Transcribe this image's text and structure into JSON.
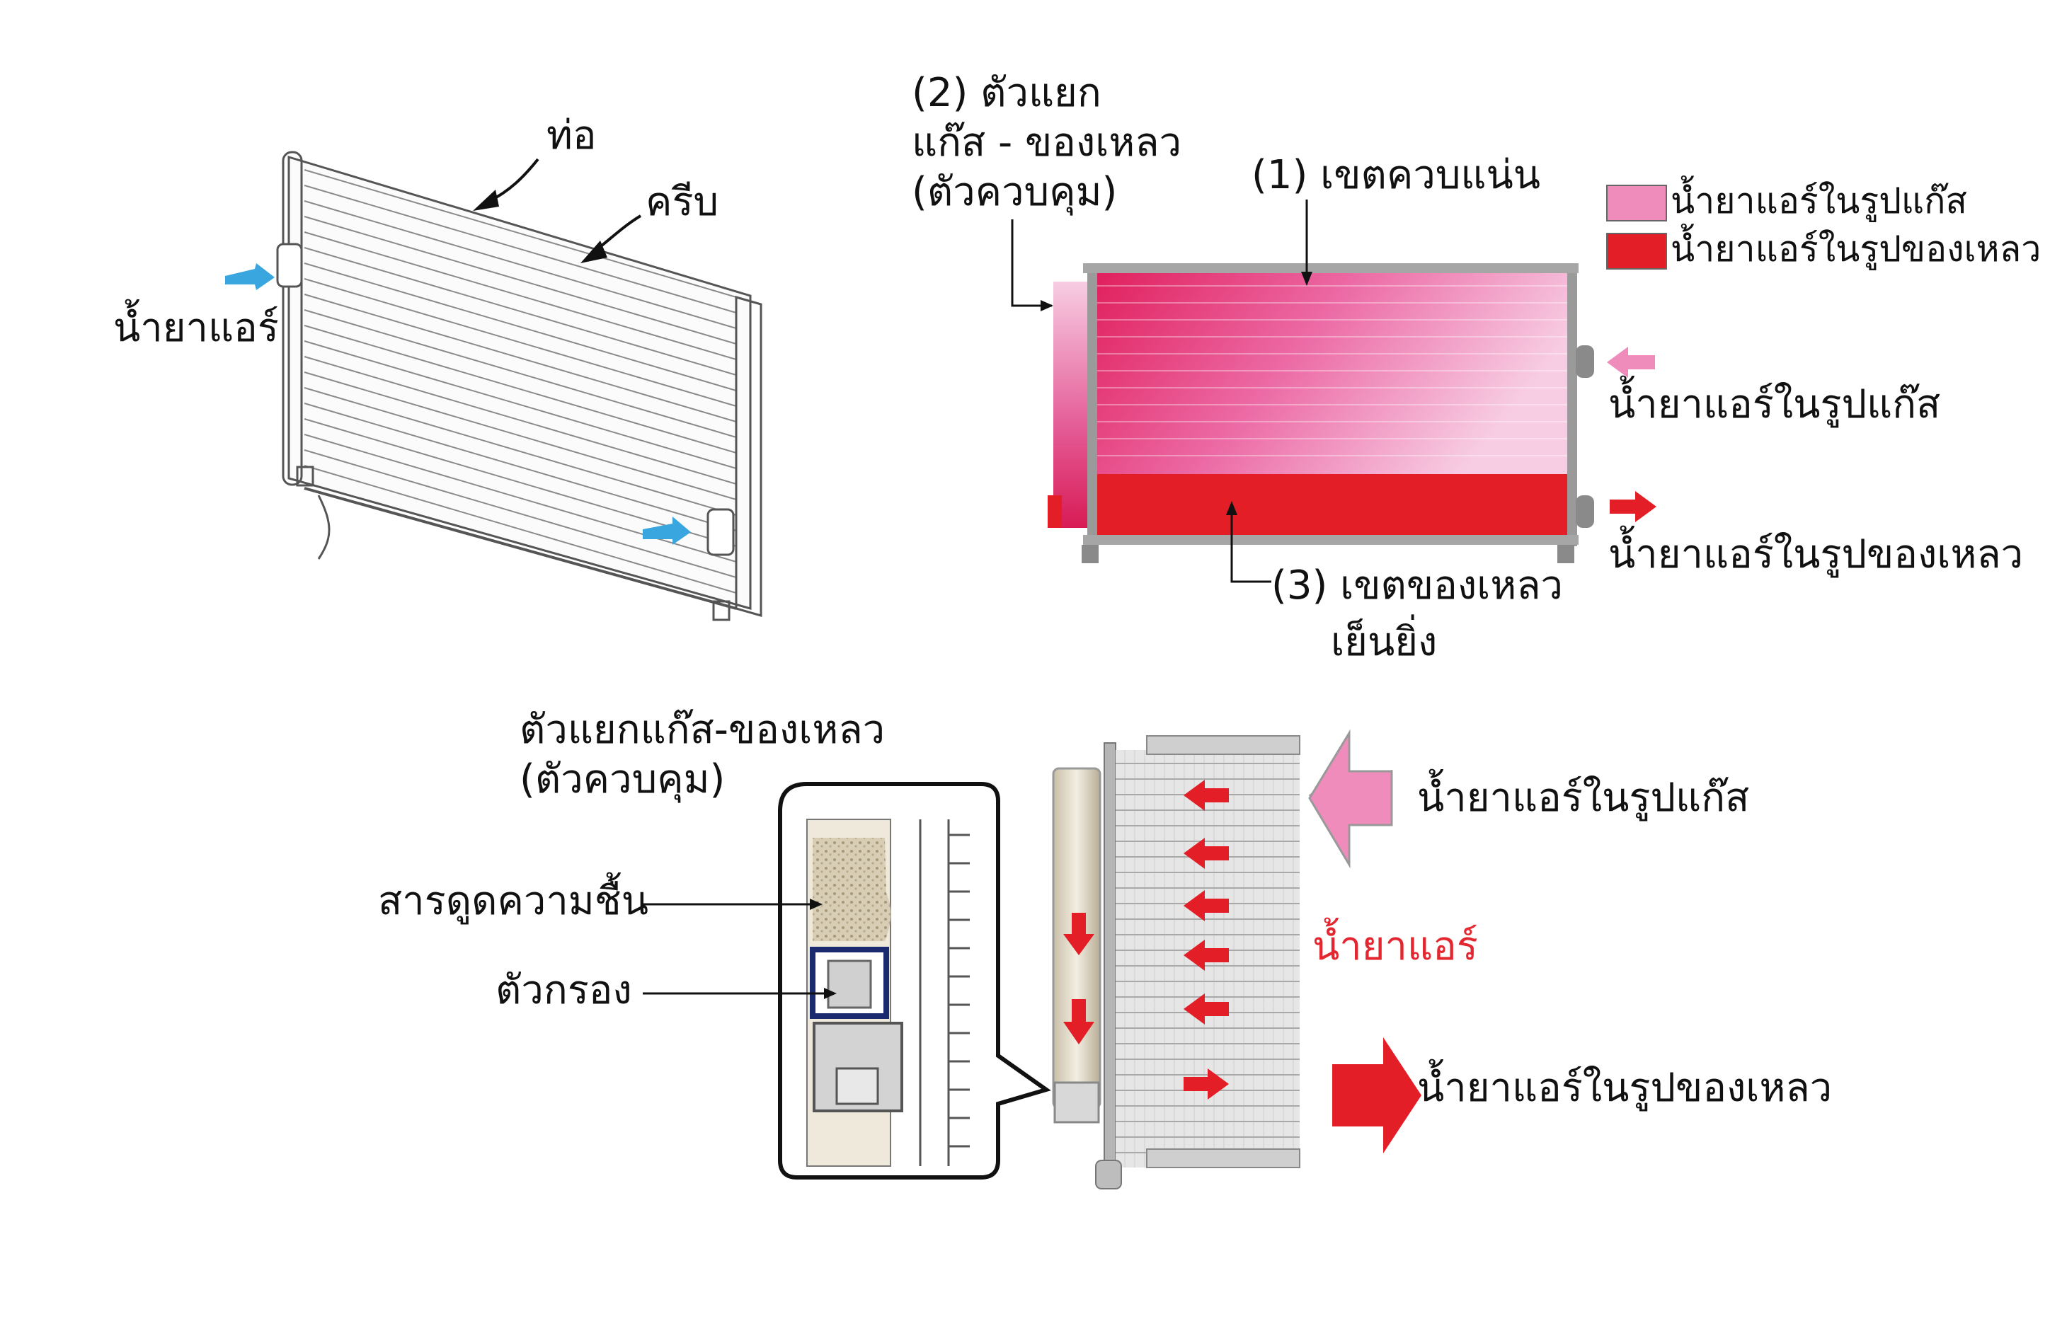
{
  "left_diagram": {
    "pipe_label": "ท่อ",
    "fin_label": "ครีบ",
    "refrigerant_label": "น้ำยาแอร์"
  },
  "right_diagram": {
    "separator_label_line1": "(2) ตัวแยก",
    "separator_label_line2": "แก๊ส - ของเหลว",
    "separator_label_line3": "(ตัวควบคุม)",
    "condensing_zone_label": "(1) เขตควบแน่น",
    "subcool_zone_line1": "(3) เขตของเหลว",
    "subcool_zone_line2": "เย็นยิ่ง",
    "legend": [
      {
        "label": "น้ำยาแอร์ในรูปแก๊ส",
        "color": "#f08cbc"
      },
      {
        "label": "น้ำยาแอร์ในรูปของเหลว",
        "color": "#e31e26"
      }
    ],
    "gas_in_label": "น้ำยาแอร์ในรูปแก๊ส",
    "liquid_out_label": "น้ำยาแอร์ในรูปของเหลว"
  },
  "bottom_diagram": {
    "separator_title_line1": "ตัวแยกแก๊ส-ของเหลว",
    "separator_title_line2": "(ตัวควบคุม)",
    "desiccant_label": "สารดูดความชื้น",
    "filter_label": "ตัวกรอง",
    "gas_in_label": "น้ำยาแอร์ในรูปแก๊ส",
    "refrigerant_label": "น้ำยาแอร์",
    "liquid_out_label": "น้ำยาแอร์ในรูปของเหลว"
  },
  "colors": {
    "gas": "#f08cbc",
    "liquid": "#e31e26",
    "flow_arrow_blue": "#3aa6e0",
    "red_text": "#e3262f"
  }
}
